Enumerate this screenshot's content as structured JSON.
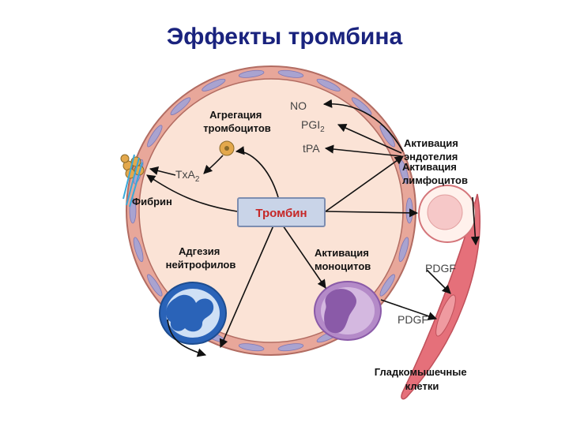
{
  "title": "Эффекты тромбина",
  "center_label": "Тромбин",
  "labels": {
    "platelet_aggregation": [
      "Агрегация",
      "тромбоцитов"
    ],
    "fibrin": "Фибрин",
    "endothelium_activation": [
      "Активация",
      "эндотелия"
    ],
    "lymphocyte_activation": [
      "Активация",
      "лимфоцитов"
    ],
    "neutrophil_adhesion": [
      "Адгезия",
      "нейтрофилов"
    ],
    "monocyte_activation": [
      "Активация",
      "моноцитов"
    ],
    "smooth_muscle": [
      "Гладкомышечные",
      "клетки"
    ]
  },
  "molecules": {
    "no": "NO",
    "pgi_base": "PGI",
    "pgi_sub": "2",
    "tpa": "tPA",
    "txa_base": "TxA",
    "txa_sub": "2",
    "pdgf_1": "PDGF",
    "pdgf_2": "PDGF"
  },
  "colors": {
    "title": "#1a237e",
    "wall": "#e8a79a",
    "lumen": "#fbe3d6",
    "thrombin_box": "#c9d4e8",
    "thrombin_text": "#c62828",
    "neutrophil": "#2a63b8",
    "monocyte": "#8a5aa8",
    "muscle": "#e5707a"
  }
}
